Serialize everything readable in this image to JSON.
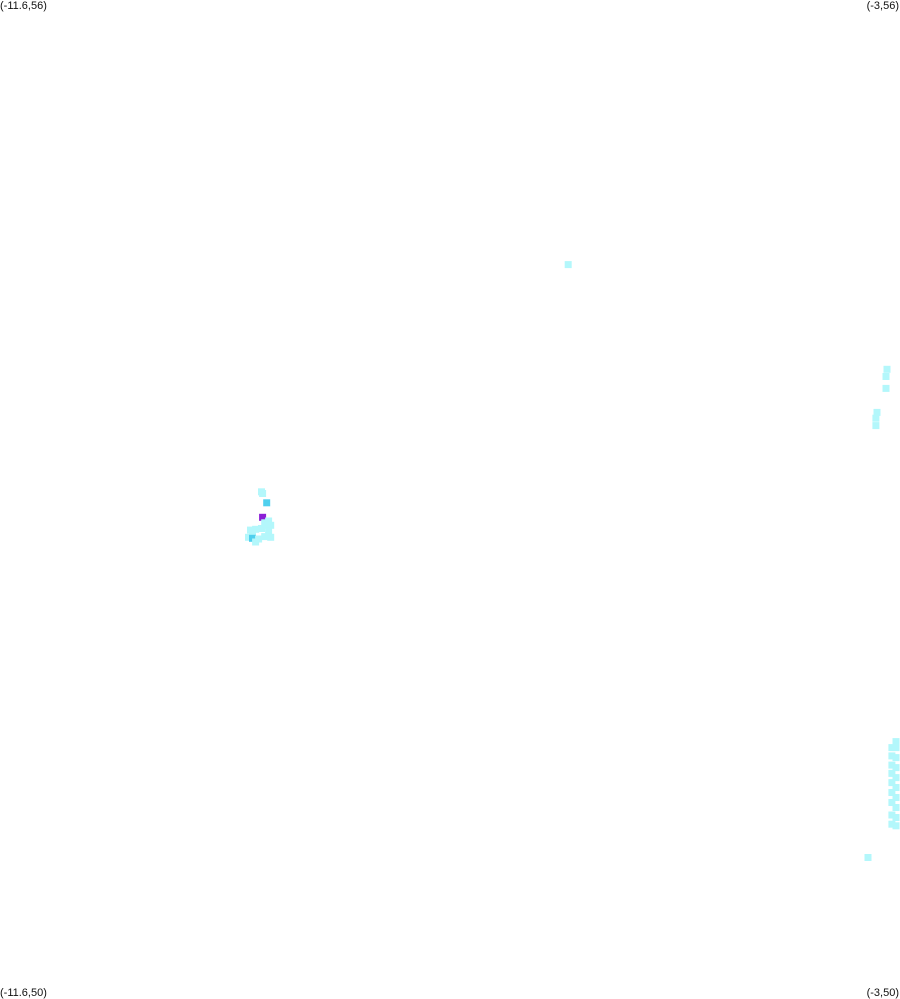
{
  "corners": {
    "top_left": "(-11.6,56)",
    "top_right": "(-3,56)",
    "bottom_left": "(-11.6,50)",
    "bottom_right": "(-3,50)"
  },
  "extent": {
    "lon_min": -11.6,
    "lon_max": -3,
    "lat_min": 50,
    "lat_max": 56
  },
  "colors": {
    "background": "#ffffff",
    "low": "#b3f7fb",
    "medium": "#4fd0ee",
    "high": "#8b1fd6"
  },
  "cells": [
    {
      "lon": -6.171,
      "lat": 54.411,
      "level": "low"
    },
    {
      "lon": -9.101,
      "lat": 53.046,
      "level": "low"
    },
    {
      "lon": -9.091,
      "lat": 53.036,
      "level": "low"
    },
    {
      "lon": -9.052,
      "lat": 52.98,
      "level": "medium"
    },
    {
      "lon": -9.091,
      "lat": 52.893,
      "level": "high"
    },
    {
      "lon": -9.033,
      "lat": 52.871,
      "level": "low"
    },
    {
      "lon": -9.071,
      "lat": 52.86,
      "level": "low"
    },
    {
      "lon": -9.052,
      "lat": 52.845,
      "level": "low"
    },
    {
      "lon": -9.013,
      "lat": 52.845,
      "level": "low"
    },
    {
      "lon": -9.206,
      "lat": 52.816,
      "level": "low"
    },
    {
      "lon": -9.158,
      "lat": 52.821,
      "level": "low"
    },
    {
      "lon": -9.101,
      "lat": 52.826,
      "level": "low"
    },
    {
      "lon": -9.033,
      "lat": 52.812,
      "level": "low"
    },
    {
      "lon": -9.187,
      "lat": 52.786,
      "level": "low"
    },
    {
      "lon": -9.225,
      "lat": 52.773,
      "level": "low"
    },
    {
      "lon": -9.187,
      "lat": 52.767,
      "level": "medium"
    },
    {
      "lon": -9.129,
      "lat": 52.763,
      "level": "low"
    },
    {
      "lon": -9.071,
      "lat": 52.777,
      "level": "low"
    },
    {
      "lon": -9.013,
      "lat": 52.773,
      "level": "low"
    },
    {
      "lon": -9.158,
      "lat": 52.745,
      "level": "low"
    },
    {
      "lon": -3.124,
      "lat": 53.782,
      "level": "low"
    },
    {
      "lon": -3.134,
      "lat": 53.739,
      "level": "low"
    },
    {
      "lon": -3.134,
      "lat": 53.667,
      "level": "low"
    },
    {
      "lon": -3.22,
      "lat": 53.523,
      "level": "low"
    },
    {
      "lon": -3.23,
      "lat": 53.488,
      "level": "low"
    },
    {
      "lon": -3.23,
      "lat": 53.444,
      "level": "low"
    },
    {
      "lon": -3.038,
      "lat": 51.546,
      "level": "low"
    },
    {
      "lon": -3.077,
      "lat": 51.51,
      "level": "low"
    },
    {
      "lon": -3.077,
      "lat": 51.46,
      "level": "low"
    },
    {
      "lon": -3.077,
      "lat": 51.405,
      "level": "low"
    },
    {
      "lon": -3.077,
      "lat": 51.355,
      "level": "low"
    },
    {
      "lon": -3.077,
      "lat": 51.3,
      "level": "low"
    },
    {
      "lon": -3.077,
      "lat": 51.24,
      "level": "low"
    },
    {
      "lon": -3.077,
      "lat": 51.18,
      "level": "low"
    },
    {
      "lon": -3.077,
      "lat": 51.105,
      "level": "low"
    },
    {
      "lon": -3.077,
      "lat": 51.05,
      "level": "low"
    },
    {
      "lon": -3.038,
      "lat": 51.51,
      "level": "low"
    },
    {
      "lon": -3.038,
      "lat": 51.45,
      "level": "low"
    },
    {
      "lon": -3.038,
      "lat": 51.39,
      "level": "low"
    },
    {
      "lon": -3.038,
      "lat": 51.33,
      "level": "low"
    },
    {
      "lon": -3.038,
      "lat": 51.27,
      "level": "low"
    },
    {
      "lon": -3.038,
      "lat": 51.21,
      "level": "low"
    },
    {
      "lon": -3.038,
      "lat": 51.15,
      "level": "low"
    },
    {
      "lon": -3.038,
      "lat": 51.09,
      "level": "low"
    },
    {
      "lon": -3.038,
      "lat": 51.04,
      "level": "low"
    },
    {
      "lon": -3.306,
      "lat": 50.85,
      "level": "low"
    }
  ]
}
